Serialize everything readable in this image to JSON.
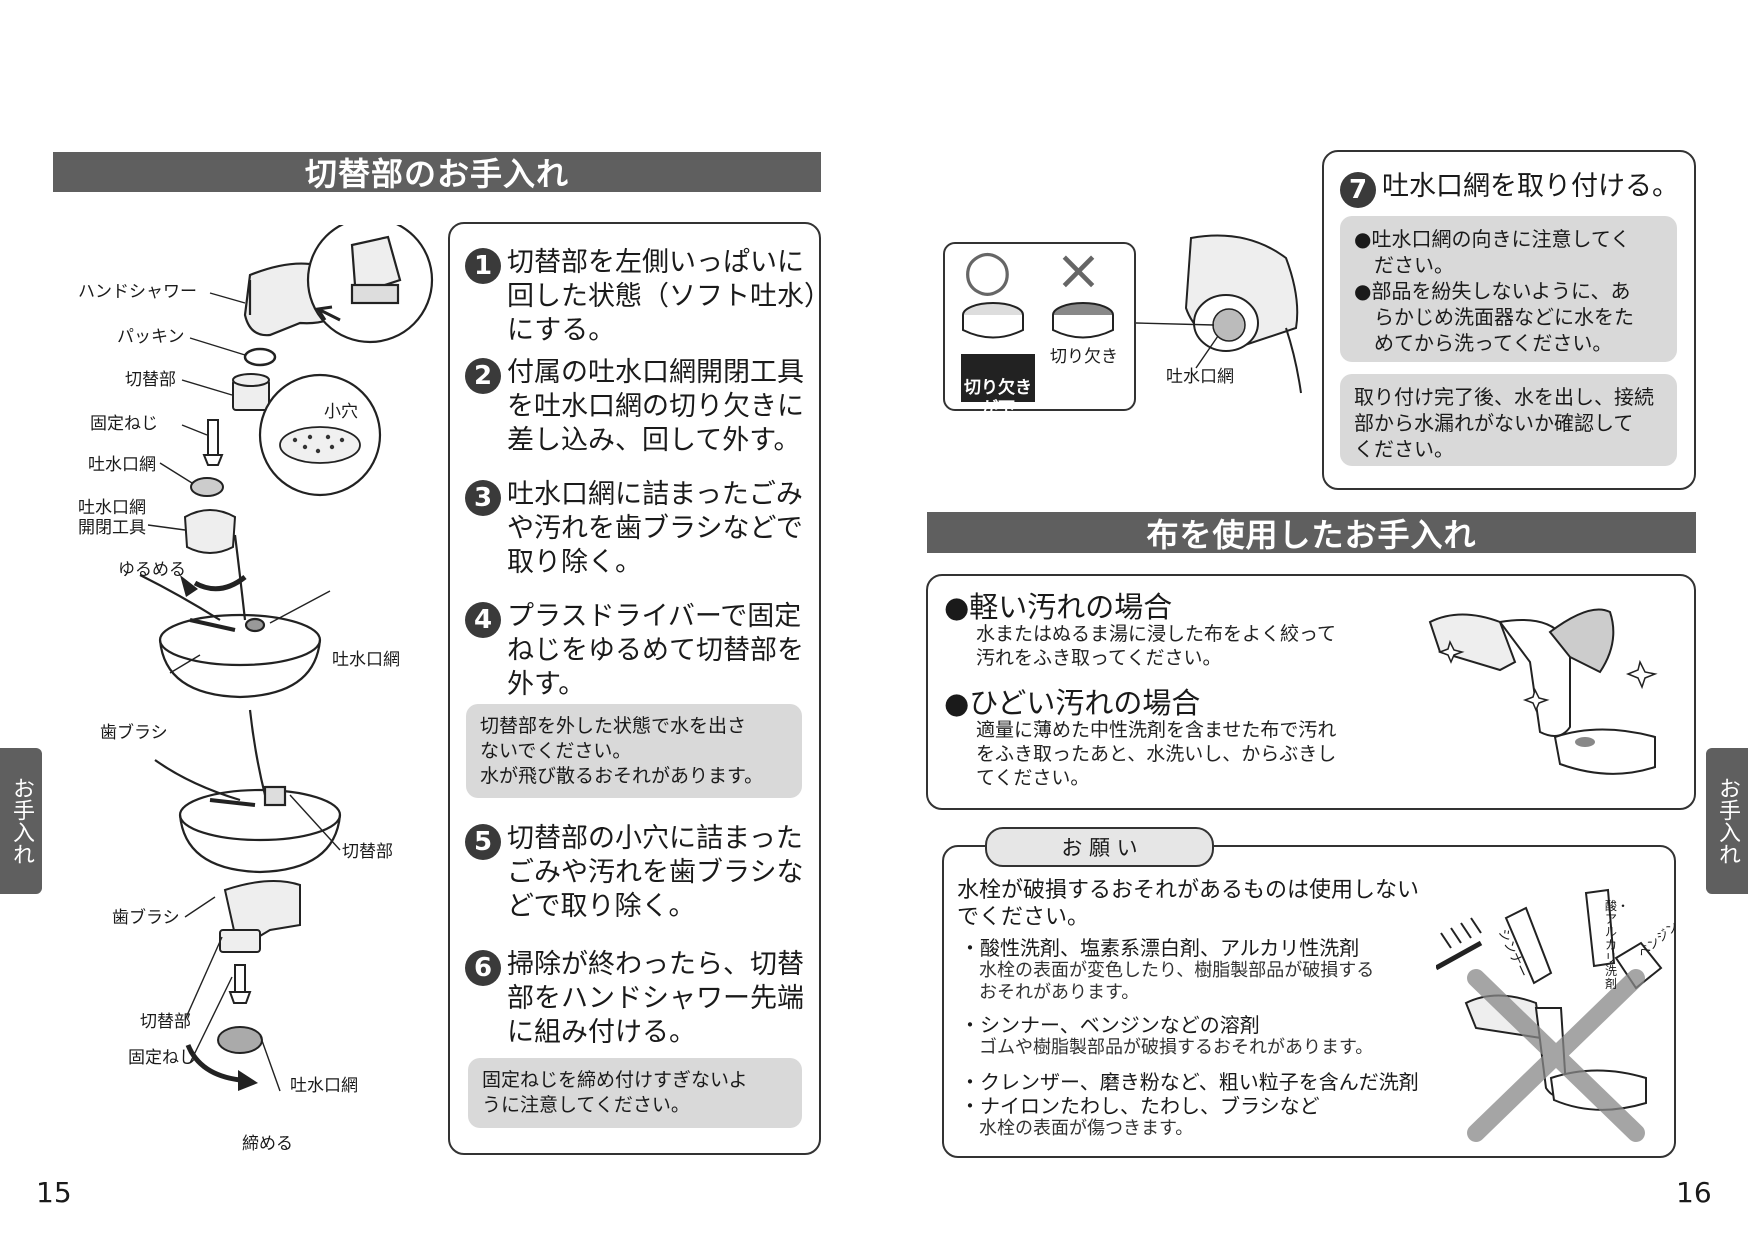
{
  "left": {
    "title": "切替部のお手入れ",
    "page_number": "15",
    "side_tab": "お手入れ",
    "steps": [
      {
        "num": "1",
        "text": "切替部を左側いっぱいに\n回した状態（ソフト吐水）\nにする。"
      },
      {
        "num": "2",
        "text": "付属の吐水口網開閉工具\nを吐水口網の切り欠きに\n差し込み、回して外す。"
      },
      {
        "num": "3",
        "text": "吐水口網に詰まったごみ\nや汚れを歯ブラシなどで\n取り除く。"
      },
      {
        "num": "4",
        "text": "プラスドライバーで固定\nねじをゆるめて切替部を\n外す。"
      },
      {
        "num": "5",
        "text": "切替部の小穴に詰まった\nごみや汚れを歯ブラシな\nどで取り除く。"
      },
      {
        "num": "6",
        "text": "掃除が終わったら、切替\n部をハンドシャワー先端\nに組み付ける。"
      }
    ],
    "note_step4": "切替部を外した状態で水を出さ\nないでください。\n水が飛び散るおそれがあります。",
    "note_step6": "固定ねじを締め付けすぎないよ\nうに注意してください。",
    "labels": {
      "hand_shower": "ハンドシャワー",
      "packing": "パッキン",
      "switch_part": "切替部",
      "fixing_screw": "固定ねじ",
      "outlet_net": "吐水口網",
      "net_tool": "吐水口網\n開閉工具",
      "loosen": "ゆるめる",
      "small_hole": "小穴",
      "outlet_net_2": "吐水口網",
      "toothbrush": "歯ブラシ",
      "switch_part_2": "切替部",
      "toothbrush_2": "歯ブラシ",
      "switch_part_3": "切替部",
      "fixing_screw_2": "固定ねじ",
      "outlet_net_3": "吐水口網",
      "tighten": "締める"
    }
  },
  "right": {
    "page_number": "16",
    "side_tab": "お手入れ",
    "step7": {
      "num": "7",
      "title": "吐水口網を取り付ける。",
      "note1": "●吐水口網の向きに注意してく\n　ださい。\n●部品を紛失しないように、あ\n　らかじめ洗面器などに水をた\n　めてから洗ってください。",
      "note2": "取り付け完了後、水を出し、接続\n部から水漏れがないか確認して\nください。"
    },
    "inset": {
      "ok_mark": "○",
      "ng_mark": "×",
      "notch_down": "切り欠き\nが下",
      "notch": "切り欠き",
      "outlet_net": "吐水口網"
    },
    "cloth_title": "布を使用したお手入れ",
    "cloth": {
      "light_title": "●軽い汚れの場合",
      "light_body": "水またはぬるま湯に浸した布をよく絞って\n汚れをふき取ってください。",
      "heavy_title": "●ひどい汚れの場合",
      "heavy_body": "適量に薄めた中性洗剤を含ませた布で汚れ\nをふき取ったあと、水洗いし、からぶきし\nてください。"
    },
    "request": {
      "label": "お 願 い",
      "lead": "水栓が破損するおそれがあるものは使用しない\nでください。",
      "items": [
        {
          "title": "・酸性洗剤、塩素系漂白剤、アルカリ性洗剤",
          "sub": "水栓の表面が変色したり、樹脂製部品が破損する\nおそれがあります。"
        },
        {
          "title": "・シンナー、ベンジンなどの溶剤",
          "sub": "ゴムや樹脂製部品が破損するおそれがあります。"
        },
        {
          "title": "・クレンザー、磨き粉など、粗い粒子を含んだ洗剤",
          "sub": ""
        },
        {
          "title": "・ナイロンたわし、たわし、ブラシなど",
          "sub": "水栓の表面が傷つきます。"
        }
      ],
      "bottle1": "シンナー",
      "bottle2": "酸・アルカリ洗剤",
      "bottle3": "ベンジン"
    }
  }
}
